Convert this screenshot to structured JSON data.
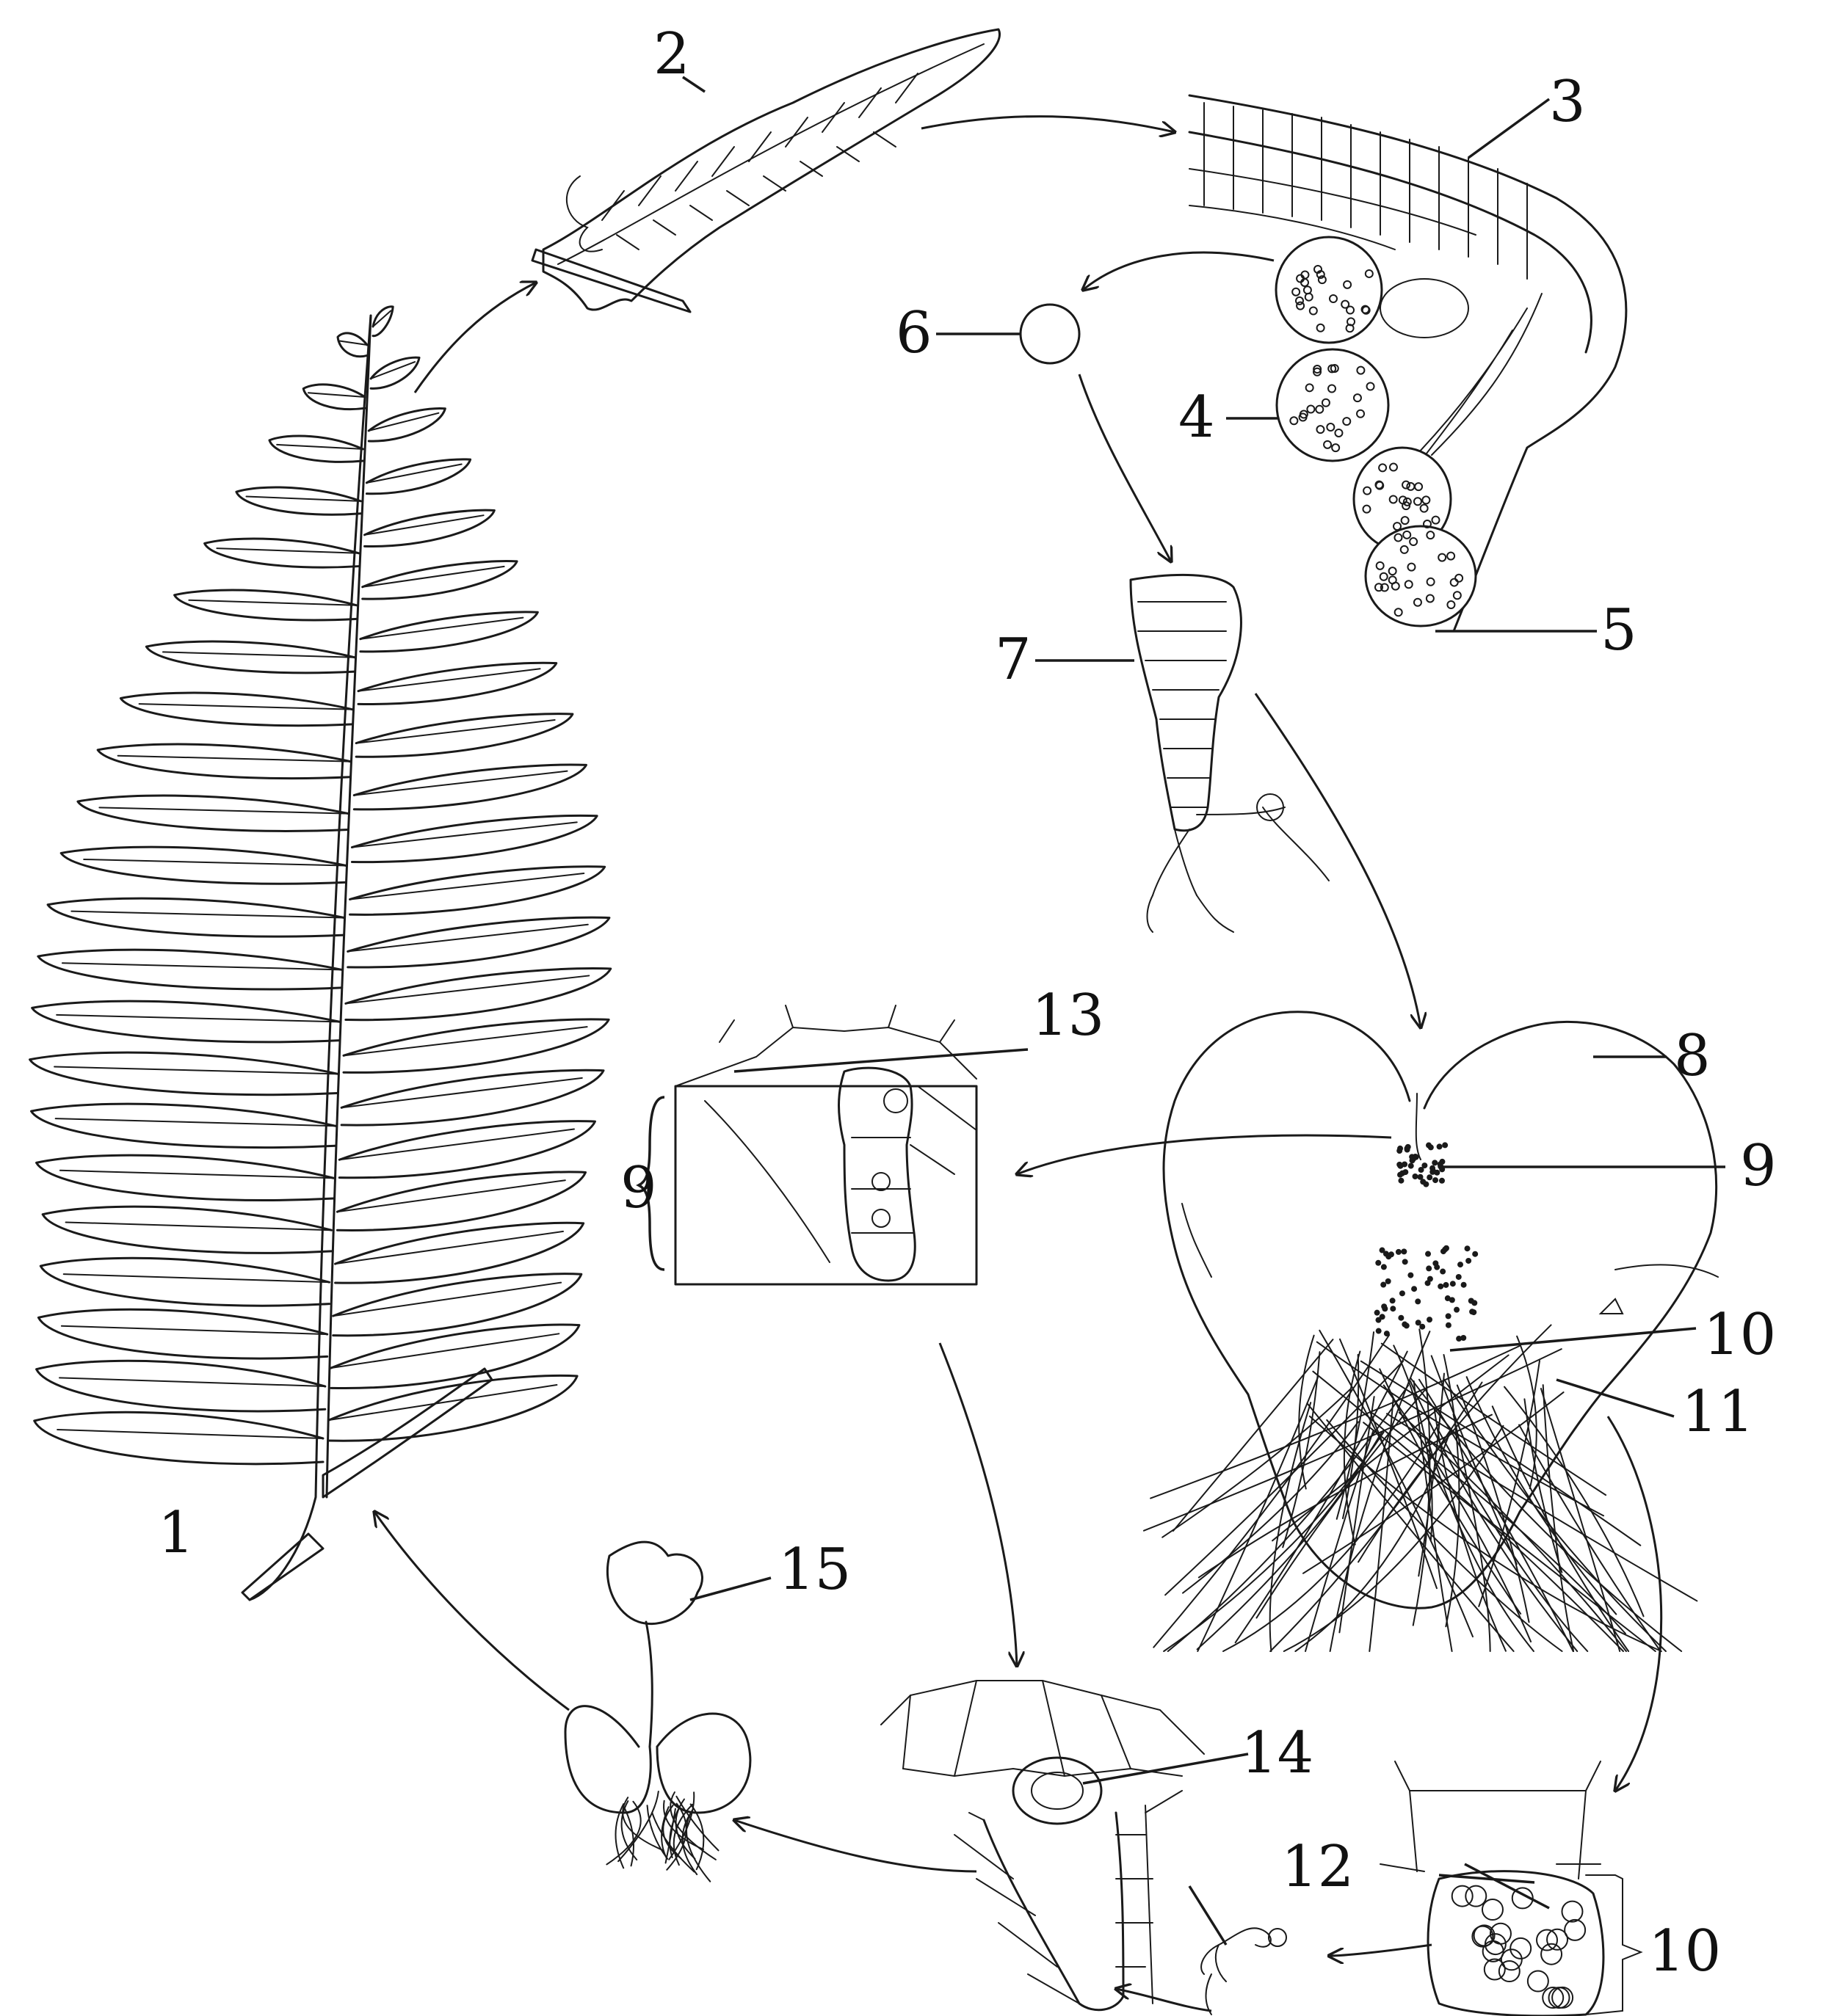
{
  "labels": {
    "l1": "1",
    "l2": "2",
    "l3": "3",
    "l4": "4",
    "l5": "5",
    "l6": "6",
    "l7": "7",
    "l8": "8",
    "l9": "9",
    "l9b": "9",
    "l10": "10",
    "l10b": "10",
    "l11": "11",
    "l12": "12",
    "l13": "13",
    "l14": "14",
    "l15": "15"
  }
}
